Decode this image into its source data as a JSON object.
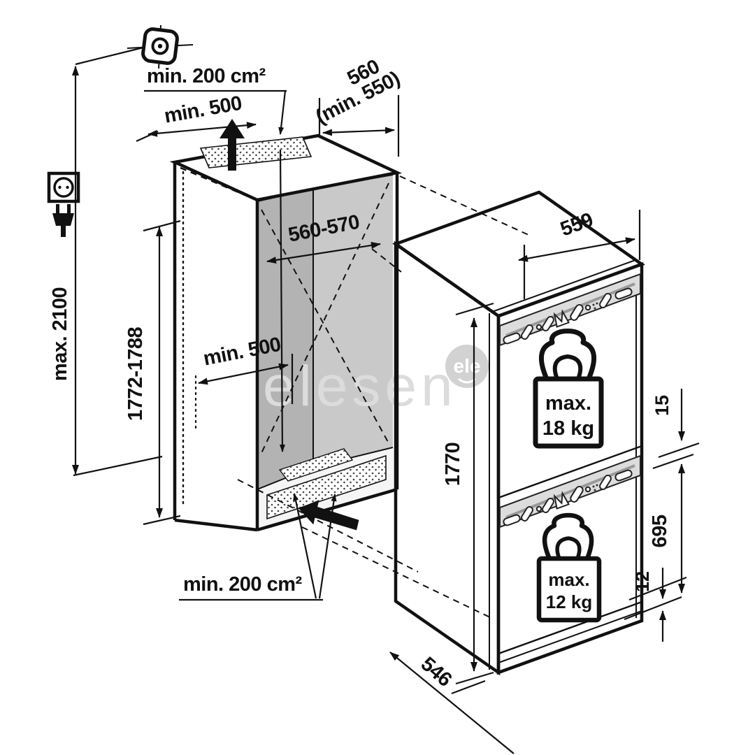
{
  "watermark": {
    "name": "elesen",
    "badge": "ele"
  },
  "niche": {
    "top_vent_area": "min. 200 cm²",
    "bottom_vent_area": "min. 200 cm²",
    "top_clearance_depth": "min. 500",
    "floor_clearance_depth": "min. 500",
    "top_depth": "560",
    "top_depth_min": "(min. 550)",
    "interior_depth_range": "560-570",
    "niche_height_range": "1772-1788",
    "max_overall_height": "max. 2100"
  },
  "appliance": {
    "width": "559",
    "height": "1770",
    "depth": "546",
    "top_gap": "15",
    "lower_section_height": "695",
    "bottom_gap": "12",
    "upper_door_load_line1": "max.",
    "upper_door_load_line2": "18 kg",
    "lower_door_load_line1": "max.",
    "lower_door_load_line2": "12 kg"
  },
  "icons": {
    "ventilation_symbol": "vent-crosshair",
    "power_socket": "socket",
    "power_plug": "plug",
    "upper_weight": "weight-18kg",
    "lower_weight": "weight-12kg"
  },
  "colors": {
    "line": "#111111",
    "wall_left": "#b3b3b3",
    "wall_back": "#c9c9c9",
    "floor": "#f5f5f5",
    "hinge_strip": "#dcdcdc",
    "watermark": "#dcdcdc",
    "badge_circle": "#d2d2d2"
  }
}
